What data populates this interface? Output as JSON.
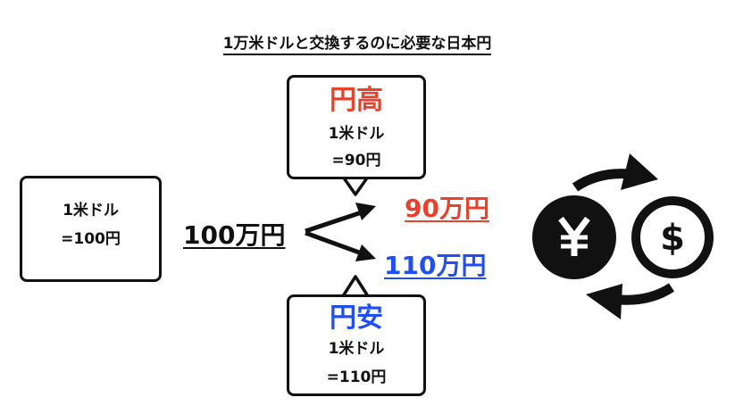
{
  "title": "1万米ドルと交換するのに必要な日本円",
  "left_box": {
    "line1": "1米ドル",
    "line2": "=100円"
  },
  "base_amount": "100万円",
  "strong_yen": {
    "heading": "円高",
    "line1": "1米ドル",
    "line2": "=90円",
    "result": "90万円"
  },
  "weak_yen": {
    "heading": "円安",
    "line1": "1米ドル",
    "line2": "=110円",
    "result": "110万円"
  },
  "icons": [
    "yen-coin-icon",
    "dollar-coin-icon",
    "exchange-arrows-icon"
  ],
  "colors": {
    "red": "#e8412c",
    "blue": "#1f4ef5",
    "ink": "#111111"
  }
}
